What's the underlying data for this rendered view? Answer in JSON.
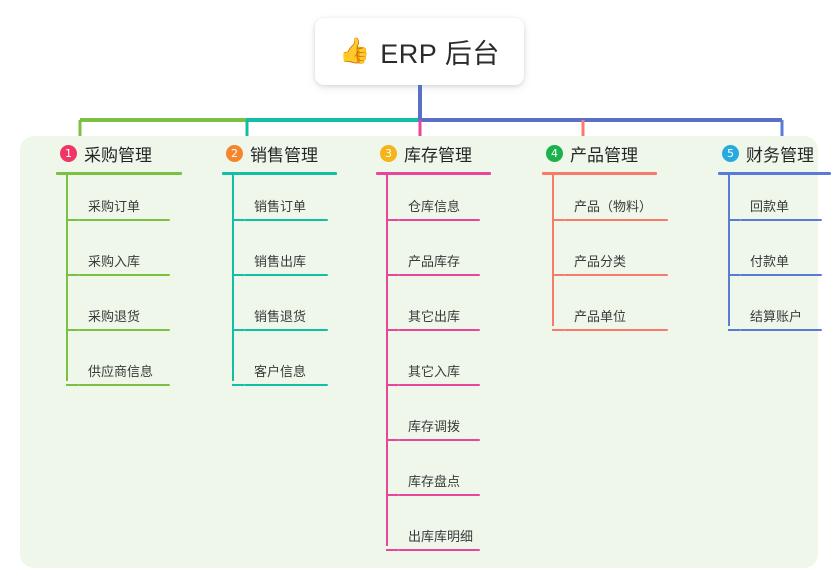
{
  "root": {
    "icon": "thumbs-up-icon",
    "emoji": "👍",
    "title": "ERP 后台"
  },
  "panel": {
    "background_color": "#eef7e9"
  },
  "connector": {
    "trunk_color": "#5b6fc4",
    "segments": [
      {
        "name": "segment-green",
        "color": "#7ac143"
      },
      {
        "name": "segment-teal",
        "color": "#12bfa4"
      },
      {
        "name": "segment-blue",
        "color": "#5b6fc4"
      }
    ]
  },
  "columns": [
    {
      "number": "1",
      "title": "采购管理",
      "badge_color": "#f03567",
      "line_color": "#7ac143",
      "drop_color": "#7ac143",
      "items": [
        "采购订单",
        "采购入库",
        "采购退货",
        "供应商信息"
      ]
    },
    {
      "number": "2",
      "title": "销售管理",
      "badge_color": "#f5862e",
      "line_color": "#12bfa4",
      "drop_color": "#12bfa4",
      "items": [
        "销售订单",
        "销售出库",
        "销售退货",
        "客户信息"
      ]
    },
    {
      "number": "3",
      "title": "库存管理",
      "badge_color": "#f5b417",
      "line_color": "#e8469b",
      "drop_color": "#e8469b",
      "items": [
        "仓库信息",
        "产品库存",
        "其它出库",
        "其它入库",
        "库存调拨",
        "库存盘点",
        "出库库明细"
      ]
    },
    {
      "number": "4",
      "title": "产品管理",
      "badge_color": "#1bb14b",
      "line_color": "#f77b6b",
      "drop_color": "#f77b6b",
      "items": [
        "产品（物料）",
        "产品分类",
        "产品单位"
      ]
    },
    {
      "number": "5",
      "title": "财务管理",
      "badge_color": "#28aae1",
      "line_color": "#5b79d6",
      "drop_color": "#5b79d6",
      "items": [
        "回款单",
        "付款单",
        "结算账户"
      ]
    }
  ]
}
